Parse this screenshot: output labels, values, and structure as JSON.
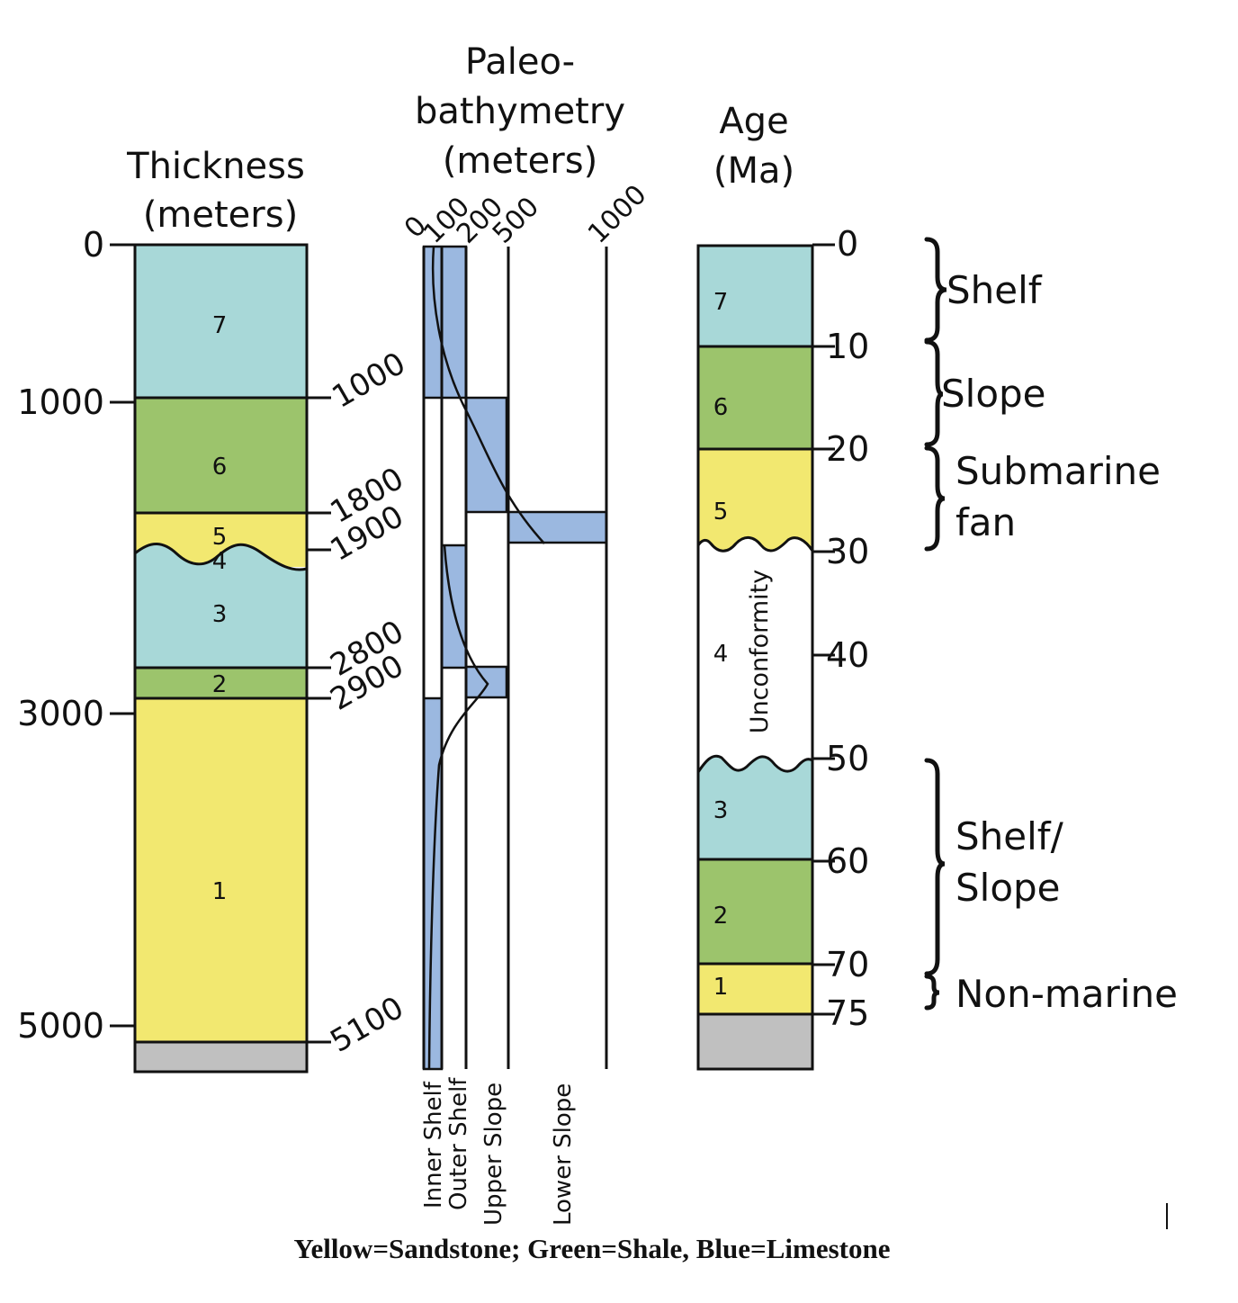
{
  "thickness": {
    "title_line1": "Thickness",
    "title_line2": "(meters)",
    "ticks": [
      "0",
      "1000",
      "3000",
      "5000"
    ],
    "boundary_labels": [
      "1000",
      "1800",
      "1900",
      "2800",
      "2900",
      "5100"
    ],
    "unit_labels": [
      "7",
      "6",
      "5",
      "4",
      "3",
      "2",
      "1"
    ]
  },
  "paleo": {
    "title_line1": "Paleo-",
    "title_line2": "bathymetry",
    "title_line3": "(meters)",
    "depth_labels": [
      "0",
      "100",
      "200",
      "500",
      "1000"
    ],
    "zone_labels": [
      "Inner Shelf",
      "Outer Shelf",
      "Upper Slope",
      "Lower Slope"
    ]
  },
  "age": {
    "title_line1": "Age",
    "title_line2": "(Ma)",
    "ticks": [
      "0",
      "10",
      "20",
      "30",
      "40",
      "50",
      "60",
      "70",
      "75"
    ],
    "unit_labels": [
      "7",
      "6",
      "5",
      "4",
      "3",
      "2",
      "1"
    ],
    "unconformity_label": "Unconformity"
  },
  "environments": {
    "shelf": "Shelf",
    "slope": "Slope",
    "submarine_line1": "Submarine",
    "submarine_line2": "fan",
    "shelf_slope_line1": "Shelf/",
    "shelf_slope_line2": "Slope",
    "non_marine": "Non-marine"
  },
  "caption": "Yellow=Sandstone; Green=Shale, Blue=Limestone",
  "colors": {
    "limestone": "#a8d8d8",
    "shale": "#9cc46c",
    "sandstone": "#f2e870",
    "basement": "#c0c0c0",
    "bathymetry": "#9bb8e0"
  }
}
